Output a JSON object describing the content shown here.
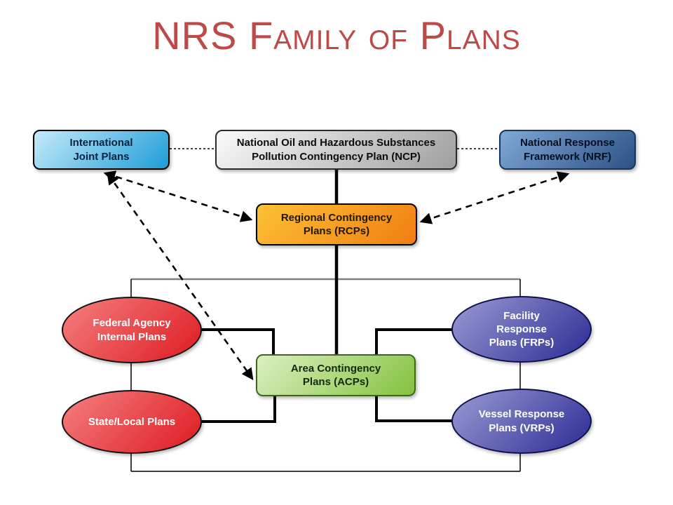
{
  "title": {
    "text": "NRS Family of Plans",
    "color": "#BE4A47"
  },
  "nodes": {
    "international": {
      "label": "International\nJoint Plans",
      "shape": "rounded-rectangle",
      "fill_top": "#c6ebfa",
      "fill_bottom": "#1e9cd7",
      "border": "#000000",
      "text_color": "#07213f"
    },
    "ncp": {
      "label": "National Oil and Hazardous Substances\nPollution Contingency Plan (NCP)",
      "shape": "rounded-rectangle",
      "fill_top": "#fafafa",
      "fill_bottom": "#9f9f9f",
      "border": "#2b2b2b",
      "text_color": "#0d0d0d"
    },
    "nrf": {
      "label": "National Response\nFramework (NRF)",
      "shape": "rounded-rectangle",
      "fill_top": "#7fa9d6",
      "fill_bottom": "#2d5185",
      "border": "#16365c",
      "text_color": "#04101f"
    },
    "rcp": {
      "label": "Regional Contingency\nPlans (RCPs)",
      "shape": "rounded-rectangle",
      "fill_top": "#fcc135",
      "fill_bottom": "#f07d12",
      "border": "#000000",
      "text_color": "#231800"
    },
    "acp": {
      "label": "Area Contingency\nPlans (ACPs)",
      "shape": "rounded-rectangle",
      "fill_top": "#dbf0c1",
      "fill_bottom": "#83c23e",
      "border": "#44631f",
      "text_color": "#13290a"
    },
    "federal": {
      "label": "Federal Agency\nInternal Plans",
      "shape": "ellipse",
      "fill_top": "#f58080",
      "fill_bottom": "#dd1a21",
      "border": "#111111",
      "text_color": "#ffffff"
    },
    "state": {
      "label": "State/Local Plans",
      "shape": "ellipse",
      "fill_top": "#f58080",
      "fill_bottom": "#dd1a21",
      "border": "#111111",
      "text_color": "#ffffff"
    },
    "frp": {
      "label": "Facility\nResponse\nPlans (FRPs)",
      "shape": "ellipse",
      "fill_top": "#9b9bd4",
      "fill_bottom": "#2b2b94",
      "border": "#10104a",
      "text_color": "#ffffff"
    },
    "vrp": {
      "label": "Vessel Response\nPlans (VRPs)",
      "shape": "ellipse",
      "fill_top": "#9b9bd4",
      "fill_bottom": "#2b2b94",
      "border": "#10104a",
      "text_color": "#ffffff"
    }
  },
  "edges": [
    {
      "from": "international",
      "to": "ncp",
      "style": "dotted"
    },
    {
      "from": "ncp",
      "to": "nrf",
      "style": "dotted"
    },
    {
      "from": "ncp",
      "to": "rcp",
      "style": "solid"
    },
    {
      "from": "rcp",
      "to": "acp",
      "style": "solid"
    },
    {
      "from": "international",
      "to": "rcp",
      "style": "dashed-double-arrow"
    },
    {
      "from": "nrf",
      "to": "rcp",
      "style": "dashed-double-arrow"
    },
    {
      "from": "international",
      "to": "acp",
      "style": "dashed-double-arrow"
    },
    {
      "from": "federal",
      "to": "acp",
      "style": "solid-elbow"
    },
    {
      "from": "state",
      "to": "acp",
      "style": "solid-elbow"
    },
    {
      "from": "frp",
      "to": "acp",
      "style": "solid-elbow"
    },
    {
      "from": "vrp",
      "to": "acp",
      "style": "solid-elbow"
    }
  ]
}
